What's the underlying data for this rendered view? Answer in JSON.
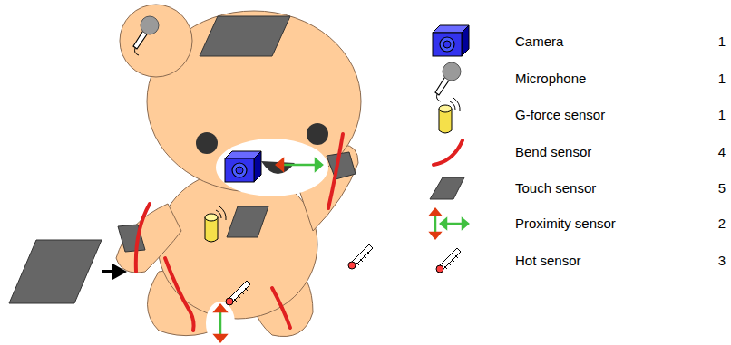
{
  "diagram": {
    "labels": [
      "1",
      "1",
      "1",
      "4",
      "5",
      "2",
      "3"
    ],
    "legend": [
      {
        "text": "Camera"
      },
      {
        "text": "Microphone"
      },
      {
        "text": "G-force sensor"
      },
      {
        "text": "Bend sensor"
      },
      {
        "text": "Touch sensor"
      },
      {
        "text": "Proximity sensor"
      },
      {
        "text": "Hot sensor"
      }
    ]
  }
}
